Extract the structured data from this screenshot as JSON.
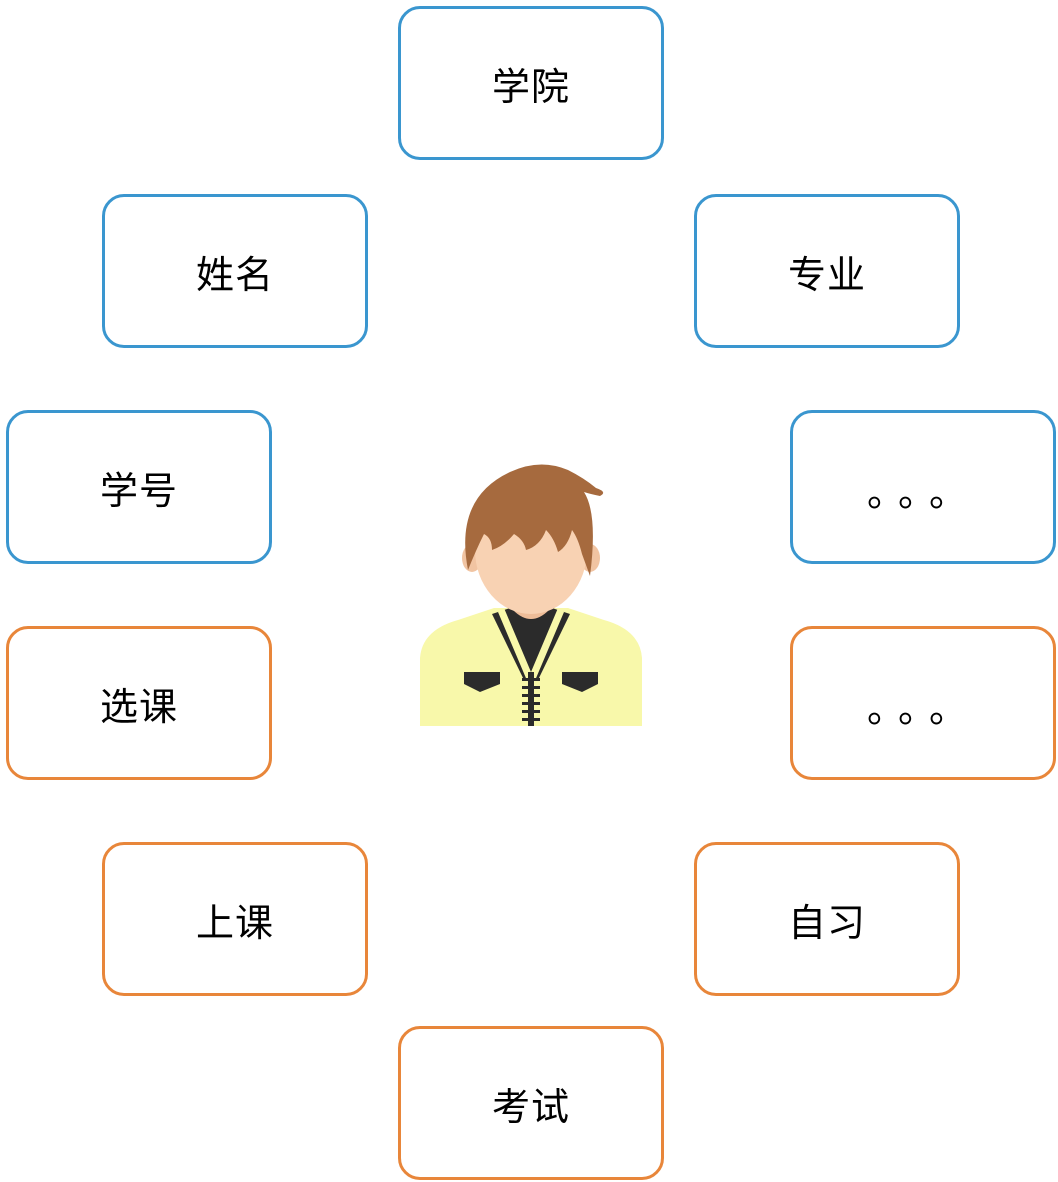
{
  "attributes": {
    "college": "学院",
    "name": "姓名",
    "major": "专业",
    "student_id": "学号",
    "more": "。。。"
  },
  "activities": {
    "course_selection": "选课",
    "more": "。。。",
    "attend_class": "上课",
    "self_study": "自习",
    "exam": "考试"
  },
  "colors": {
    "attribute_border": "#3a96cf",
    "activity_border": "#e8863a",
    "hair": "#a66a3e",
    "skin": "#f8d2b3",
    "jacket": "#f8f8aa",
    "shirt": "#2b2b2b"
  },
  "icons": {
    "center": "student-icon"
  }
}
